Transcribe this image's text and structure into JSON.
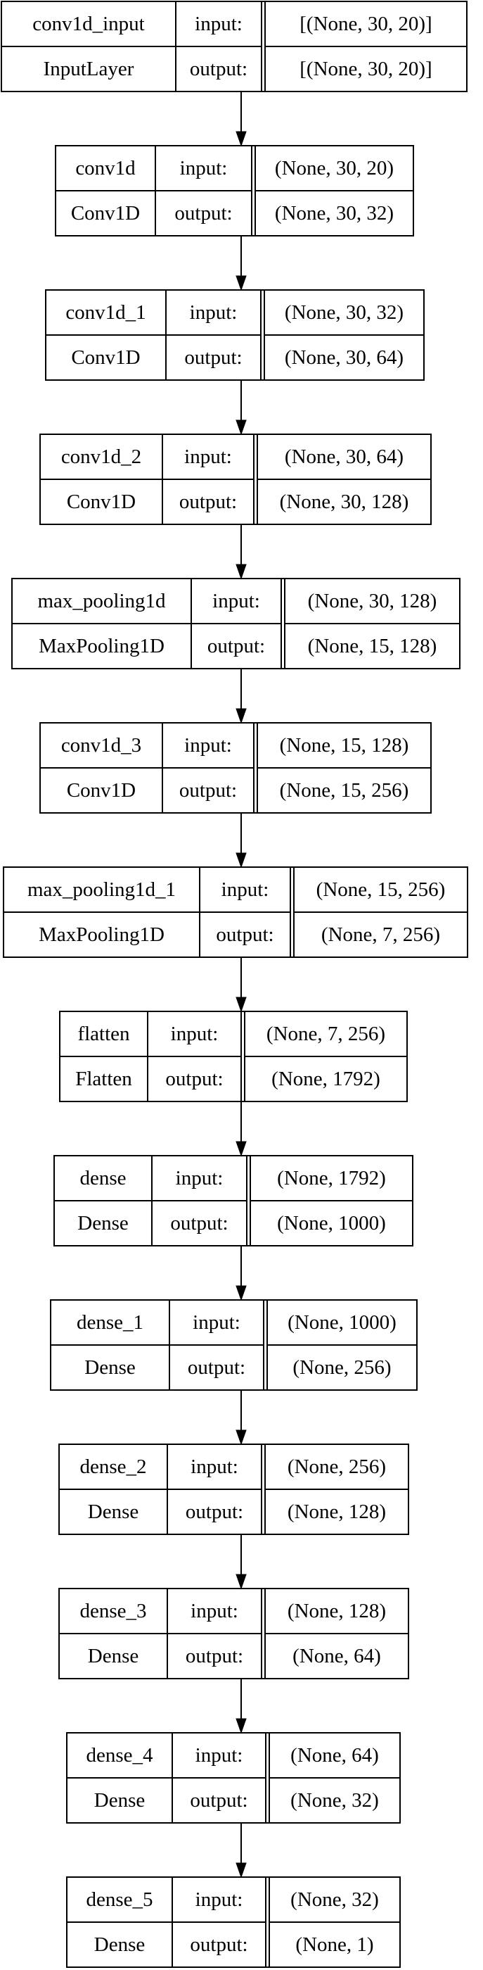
{
  "labels": {
    "input": "input:",
    "output": "output:"
  },
  "layers": [
    {
      "name": "conv1d_input",
      "type": "InputLayer",
      "input": "[(None, 30, 20)]",
      "output": "[(None, 30, 20)]"
    },
    {
      "name": "conv1d",
      "type": "Conv1D",
      "input": "(None, 30, 20)",
      "output": "(None, 30, 32)"
    },
    {
      "name": "conv1d_1",
      "type": "Conv1D",
      "input": "(None, 30, 32)",
      "output": "(None, 30, 64)"
    },
    {
      "name": "conv1d_2",
      "type": "Conv1D",
      "input": "(None, 30, 64)",
      "output": "(None, 30, 128)"
    },
    {
      "name": "max_pooling1d",
      "type": "MaxPooling1D",
      "input": "(None, 30, 128)",
      "output": "(None, 15, 128)"
    },
    {
      "name": "conv1d_3",
      "type": "Conv1D",
      "input": "(None, 15, 128)",
      "output": "(None, 15, 256)"
    },
    {
      "name": "max_pooling1d_1",
      "type": "MaxPooling1D",
      "input": "(None, 15, 256)",
      "output": "(None, 7, 256)"
    },
    {
      "name": "flatten",
      "type": "Flatten",
      "input": "(None, 7, 256)",
      "output": "(None, 1792)"
    },
    {
      "name": "dense",
      "type": "Dense",
      "input": "(None, 1792)",
      "output": "(None, 1000)"
    },
    {
      "name": "dense_1",
      "type": "Dense",
      "input": "(None, 1000)",
      "output": "(None, 256)"
    },
    {
      "name": "dense_2",
      "type": "Dense",
      "input": "(None, 256)",
      "output": "(None, 128)"
    },
    {
      "name": "dense_3",
      "type": "Dense",
      "input": "(None, 128)",
      "output": "(None, 64)"
    },
    {
      "name": "dense_4",
      "type": "Dense",
      "input": "(None, 64)",
      "output": "(None, 32)"
    },
    {
      "name": "dense_5",
      "type": "Dense",
      "input": "(None, 32)",
      "output": "(None, 1)"
    }
  ]
}
